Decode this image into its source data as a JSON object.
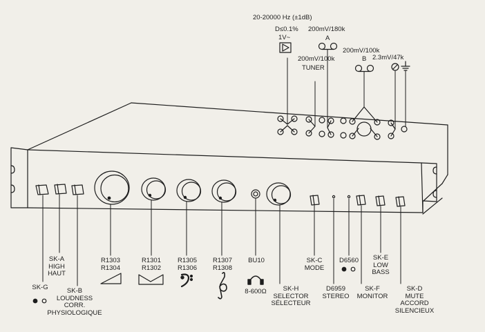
{
  "top_specs": {
    "freq_response": "20-20000 Hz (±1dB)",
    "distortion": "D≤0.1%",
    "output": "1V~",
    "tape_a": "200mV/180k",
    "tape_a_letter": "A",
    "tuner_level": "200mV/100k",
    "tuner_label": "TUNER",
    "tape_b": "200mV/100k",
    "tape_b_letter": "B",
    "phono": "2.3mV/47k"
  },
  "controls": {
    "skg": {
      "line1": "SK-G"
    },
    "ska": {
      "line1": "SK-A",
      "line2": "HIGH",
      "line3": "HAUT"
    },
    "skb": {
      "line1": "SK-B",
      "line2": "LOUDNESS",
      "line3": "CORR.",
      "line4": "PHYSIOLOGIQUE"
    },
    "vol": {
      "line1": "R1303",
      "line2": "R1304"
    },
    "bal": {
      "line1": "R1301",
      "line2": "R1302"
    },
    "bass": {
      "line1": "R1305",
      "line2": "R1306"
    },
    "treble": {
      "line1": "R1307",
      "line2": "R1308"
    },
    "phones": {
      "line1": "BU10",
      "line2": "8-600Ω"
    },
    "selector": {
      "line1": "SK-H",
      "line2": "SELECTOR",
      "line3": "SÉLECTEUR"
    },
    "mode": {
      "line1": "SK-C",
      "line2": "MODE"
    },
    "stereo": {
      "line1": "D6959",
      "line2": "STEREO"
    },
    "led2": {
      "line1": "D6560"
    },
    "monitor": {
      "line1": "SK-F",
      "line2": "MONITOR"
    },
    "lowbass": {
      "line1": "SK-E",
      "line2": "LOW",
      "line3": "BASS"
    },
    "mute": {
      "line1": "SK-D",
      "line2": "MUTE",
      "line3": "ACCORD",
      "line4": "SILENCIEUX"
    }
  },
  "colors": {
    "ink": "#1d1d1d",
    "paper": "#f1efe9"
  },
  "icons": [
    "amplifier-triangle-icon",
    "tape-reels-icon",
    "phono-jack-icon",
    "ground-icon",
    "volume-wedge-icon",
    "balance-icon",
    "bass-clef-icon",
    "treble-clef-icon",
    "headphones-icon",
    "indicator-dot-icon"
  ]
}
